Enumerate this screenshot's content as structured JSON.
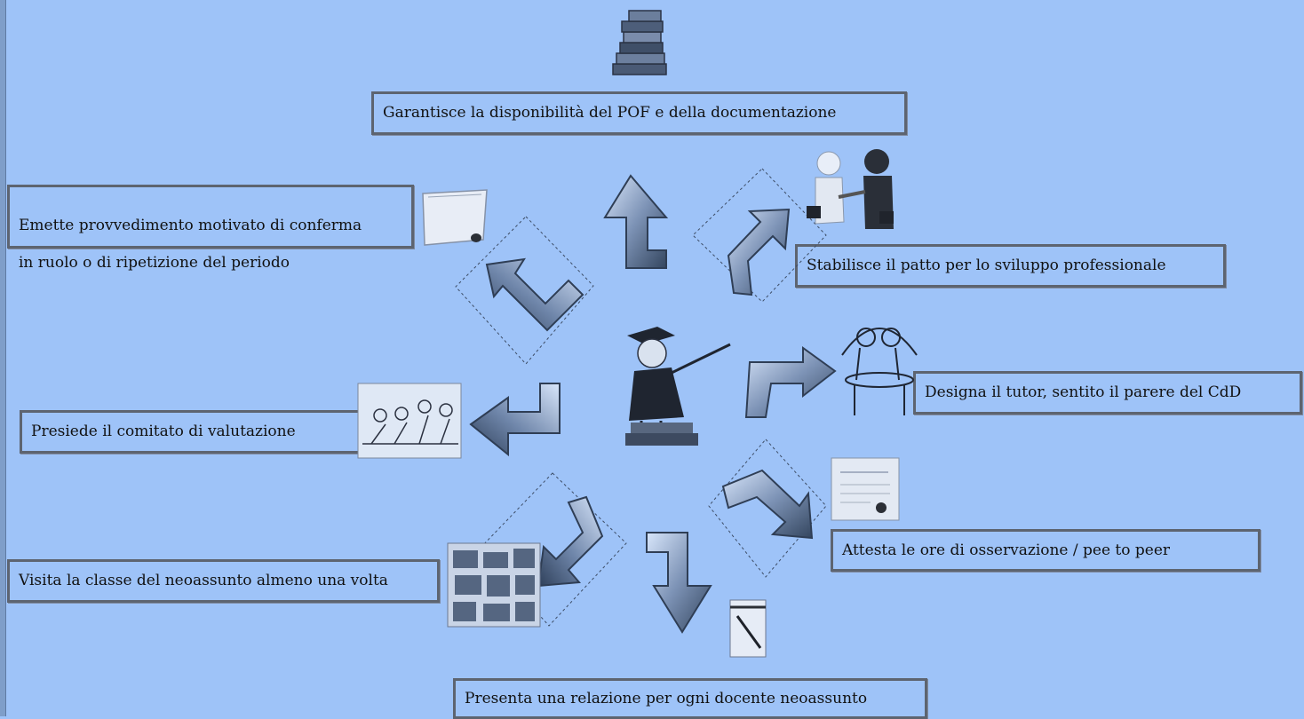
{
  "boxes": {
    "pof": "Garantisce la disponibilità del POF e della documentazione",
    "provvedimento_line1": "Emette provvedimento motivato di conferma",
    "provvedimento_line2": "in ruolo  o di ripetizione del periodo",
    "patto": "Stabilisce il patto  per lo sviluppo professionale",
    "tutor": "Designa il tutor, sentito il  parere del CdD",
    "comitato": "Presiede il comitato di valutazione",
    "ore": "Attesta le ore di osservazione / pee to peer",
    "visita": "Visita la classe del neoassunto almeno una volta",
    "relazione": "Presenta una relazione per ogni docente neoassunto"
  },
  "icons": {
    "books": "stack-of-books-icon",
    "handshake": "handshake-icon",
    "scroll": "scroll-icon",
    "table": "meeting-table-icon",
    "committee": "committee-drawing-icon",
    "certificate": "certificate-icon",
    "classroom": "classroom-collage-icon",
    "notepad": "notepad-pen-icon",
    "professor": "professor-graduate-icon"
  },
  "colors": {
    "background": "#9ec3f8",
    "box_border": "#5d6470",
    "arrow_dark": "#3f5372",
    "arrow_light": "#d8e6fb"
  }
}
